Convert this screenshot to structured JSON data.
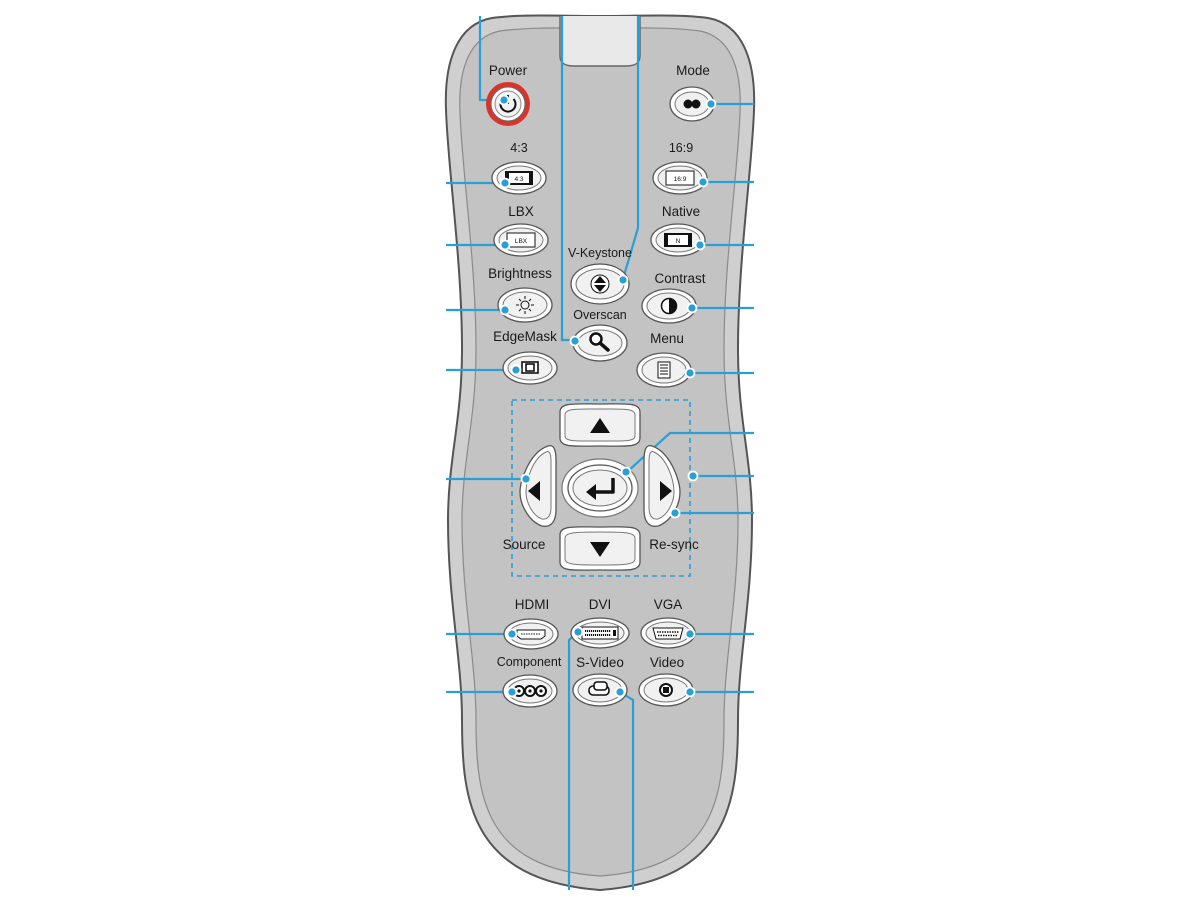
{
  "labels": {
    "power": "Power",
    "mode": "Mode",
    "ratio43": "4:3",
    "ratio169": "16:9",
    "lbx": "LBX",
    "native": "Native",
    "vkeystone": "V-Keystone",
    "brightness": "Brightness",
    "contrast": "Contrast",
    "overscan": "Overscan",
    "edgemask": "EdgeMask",
    "menu": "Menu",
    "source": "Source",
    "resync": "Re-sync",
    "hdmi": "HDMI",
    "dvi": "DVI",
    "vga": "VGA",
    "component": "Component",
    "svideo": "S-Video",
    "video": "Video"
  },
  "chips": {
    "ratio43": "4:3",
    "ratio169": "16:9",
    "lbx": "LBX",
    "native": "N"
  },
  "icons": {
    "power": "power-icon",
    "mode": "mode-icon",
    "vkeystone": "up-down-arrows-icon",
    "brightness": "sun-icon",
    "contrast": "half-circle-icon",
    "overscan": "magnifier-icon",
    "edgemask": "frame-icon",
    "menu": "list-icon",
    "enter": "enter-icon",
    "hdmi": "hdmi-port-icon",
    "dvi": "dvi-port-icon",
    "vga": "vga-port-icon",
    "component": "component-rca-icon",
    "svideo": "svideo-icon",
    "video": "video-rca-icon"
  },
  "colors": {
    "callout": "#2a9fd6",
    "power_ring": "#d9342b",
    "body": "#c8c8c8"
  }
}
